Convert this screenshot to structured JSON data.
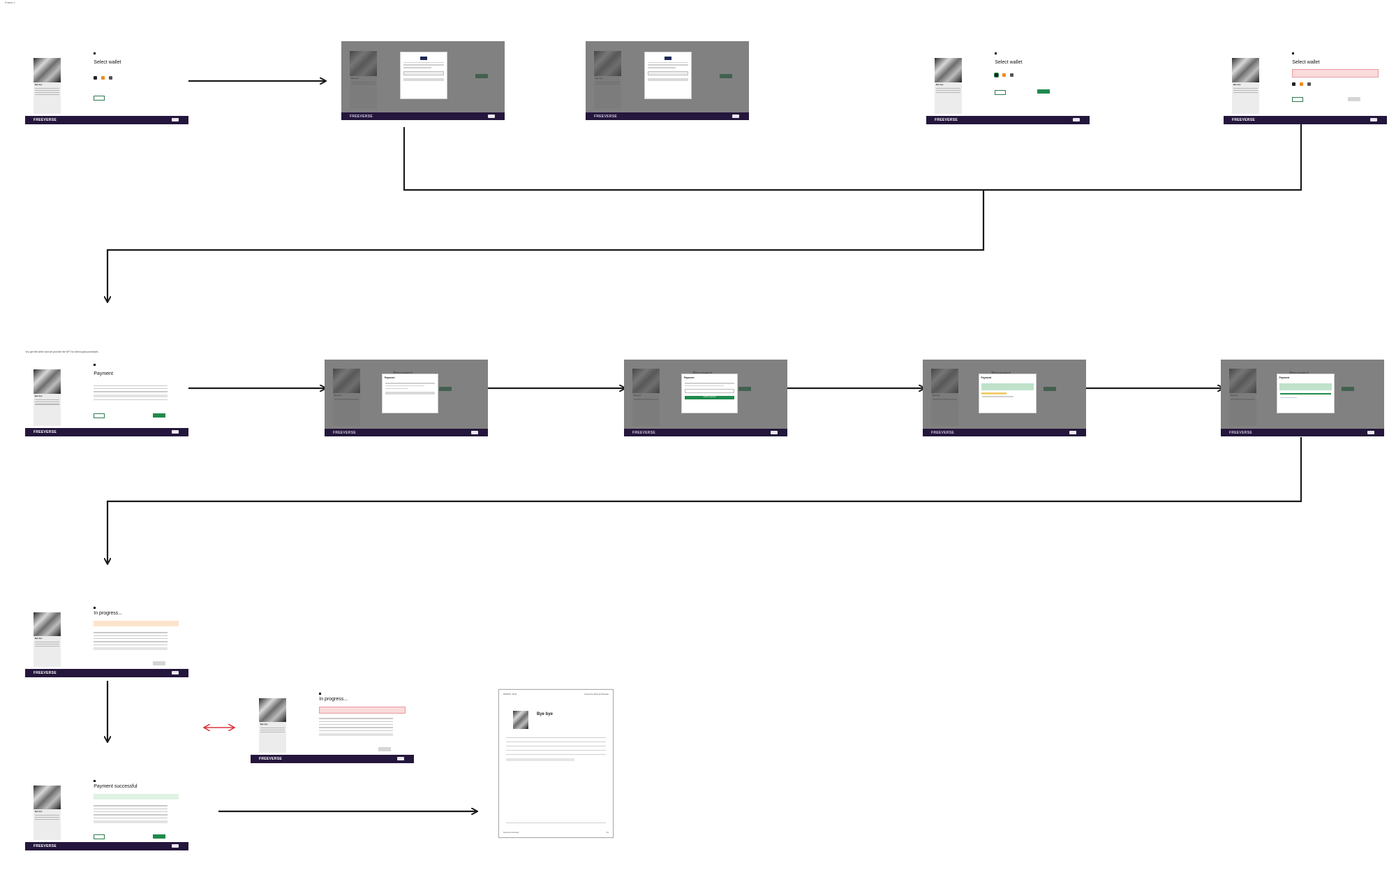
{
  "frame_label": "Frame 1",
  "row_note": "You get the seller and we provide the NFT for direct-paid purchases",
  "brand": "FREEVERSE",
  "artwork_name": "Bye bye",
  "screen_titles": {
    "select_wallet": "Select wallet",
    "payment": "Payment",
    "in_progress": "In progress...",
    "payment_successful": "Payment successful"
  },
  "modal_titles": {
    "payment": "Payment"
  },
  "buttons": {
    "confirm_payment": "Confirm payment"
  },
  "document": {
    "header_left": "18/05/23, 18:11",
    "header_right": "Freeverse Payment Receipt",
    "title": "Bye bye",
    "footer_left": "freeverse.io/receipt",
    "footer_right": "1/1"
  },
  "colors": {
    "footer_bg": "#24163c",
    "accent_green": "#1f8a4c",
    "arrow": "#1a1a1a",
    "error_arrow": "#d9363e",
    "overlay": "#6e6e6e"
  }
}
